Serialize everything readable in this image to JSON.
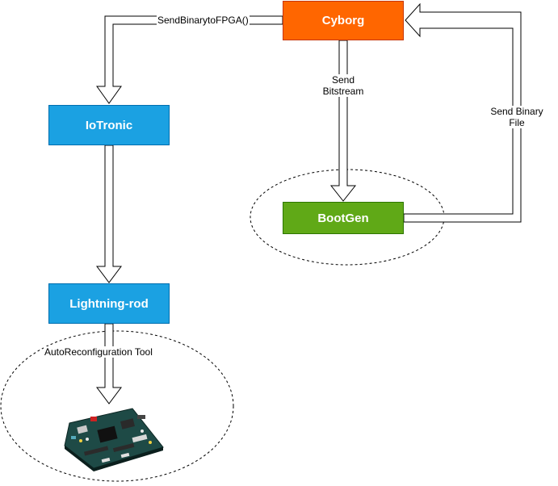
{
  "nodes": {
    "cyborg": {
      "label": "Cyborg",
      "color": "#FF6600",
      "border": "#C73500"
    },
    "iotronic": {
      "label": "IoTronic",
      "color": "#1BA1E2",
      "border": "#006EAF"
    },
    "lightning_rod": {
      "label": "Lightning-rod",
      "color": "#1BA1E2",
      "border": "#006EAF"
    },
    "bootgen": {
      "label": "BootGen",
      "color": "#60A917",
      "border": "#2D7600"
    }
  },
  "edges": {
    "send_binary_to_fpga": "SendBinarytoFPGA()",
    "send_bitstream_line1": "Send",
    "send_bitstream_line2": "Bitstream",
    "send_binary_file_line1": "Send Binary",
    "send_binary_file_line2": "File",
    "auto_reconfiguration": "AutoReconfiguration Tool"
  },
  "image": {
    "icon": "fpga-board-icon"
  }
}
